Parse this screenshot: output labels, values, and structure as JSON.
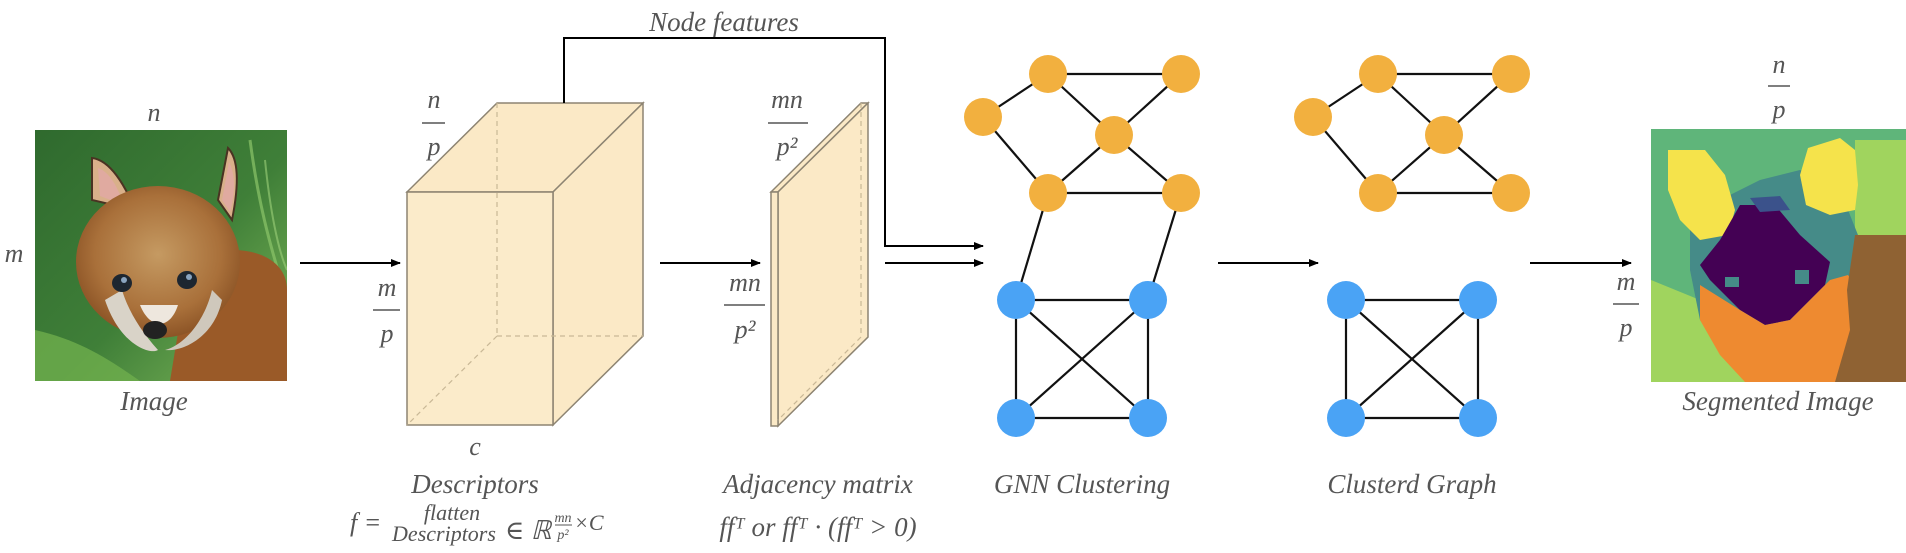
{
  "diagram": {
    "type": "pipeline",
    "stages": [
      {
        "id": "image",
        "caption": "Image",
        "dims": {
          "top": "n",
          "left": "m"
        }
      },
      {
        "id": "descriptors",
        "caption": "Descriptors",
        "dims": {
          "top": {
            "num": "n",
            "den": "p"
          },
          "left": {
            "num": "m",
            "den": "p"
          },
          "bottom": "c"
        },
        "formula": {
          "lhs": "f =",
          "over": "flatten",
          "under": "Descriptors",
          "in": "∈ ℝ",
          "exp_num": "mn",
          "exp_den": "p²",
          "exp_tail": "×C"
        }
      },
      {
        "id": "adjacency",
        "caption": "Adjacency matrix",
        "dims": {
          "top": {
            "num": "mn",
            "den": "p²"
          },
          "left": {
            "num": "mn",
            "den": "p²"
          }
        },
        "formula": "ffᵀ or ffᵀ · (ffᵀ > 0)"
      },
      {
        "id": "gnn",
        "caption": "GNN Clustering"
      },
      {
        "id": "clustered",
        "caption": "Clusterd Graph"
      },
      {
        "id": "segmented",
        "caption": "Segmented Image",
        "dims": {
          "top": {
            "num": "n",
            "den": "p"
          },
          "left": {
            "num": "m",
            "den": "p"
          }
        }
      }
    ],
    "connector_label": "Node features",
    "graph": {
      "clusters": [
        {
          "name": "cluster-a",
          "color": "#f2b03f",
          "nodes": [
            "a1",
            "a2",
            "a3",
            "a4",
            "a5",
            "a6"
          ]
        },
        {
          "name": "cluster-b",
          "color": "#4aa3f5",
          "nodes": [
            "b1",
            "b2",
            "b3",
            "b4"
          ]
        }
      ],
      "intra_edges": [
        [
          "a1",
          "a2"
        ],
        [
          "a1",
          "a3"
        ],
        [
          "a1",
          "a4"
        ],
        [
          "a2",
          "a4"
        ],
        [
          "a3",
          "a5"
        ],
        [
          "a4",
          "a5"
        ],
        [
          "a4",
          "a6"
        ],
        [
          "a5",
          "a6"
        ],
        [
          "b1",
          "b2"
        ],
        [
          "b1",
          "b3"
        ],
        [
          "b1",
          "b4"
        ],
        [
          "b2",
          "b3"
        ],
        [
          "b2",
          "b4"
        ],
        [
          "b3",
          "b4"
        ]
      ],
      "inter_edges": [
        [
          "a5",
          "b1"
        ],
        [
          "a6",
          "b2"
        ]
      ]
    },
    "colors": {
      "tensor_fill": "#fbe9c6",
      "segment_palette": [
        "#440154",
        "#3b528b",
        "#458b88",
        "#5fb57a",
        "#a0d45e",
        "#f5e34b",
        "#ee8a30",
        "#8f6233"
      ]
    }
  }
}
